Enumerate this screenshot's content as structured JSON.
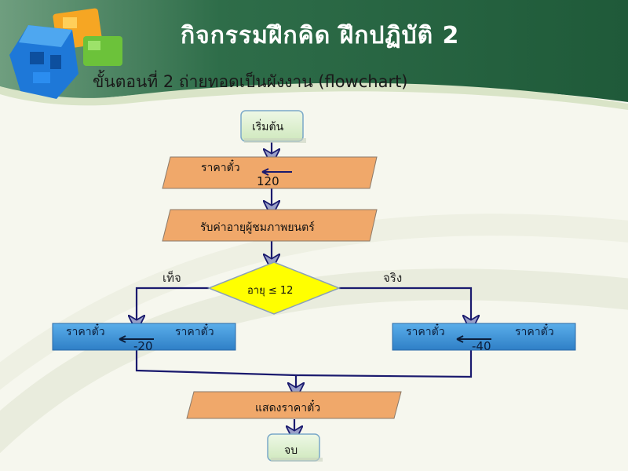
{
  "header": {
    "title": "กิจกรรมฝึกคิด ฝึกปฏิบัติ 2",
    "subtitle": "ขั้นตอนที่ 2  ถ่ายทอดเป็นผังงาน (flowchart)"
  },
  "flowchart": {
    "start": "เริ่มต้น",
    "assign_label": "ราคาตั๋ว",
    "assign_value": "120",
    "input": "รับค่าอายุผู้ชมภาพยนตร์",
    "decision": "อายุ ≤ 12",
    "false_label": "เท็จ",
    "true_label": "จริง",
    "false_box_left": "ราคาตั๋ว",
    "false_box_right": "ราคาตั๋ว",
    "false_box_value": "-20",
    "true_box_left": "ราคาตั๋ว",
    "true_box_right": "ราคาตั๋ว",
    "true_box_value": "-40",
    "output": "แสดงราคาตั๋ว",
    "end": "จบ"
  },
  "colors": {
    "header_green": "#2f6f4c",
    "process_orange": "#f0a86a",
    "decision_yellow": "#ffff00",
    "box_blue": "#3d8fd6",
    "terminal_green": "#dff0d0",
    "arrow_navy": "#1a1a6e"
  }
}
